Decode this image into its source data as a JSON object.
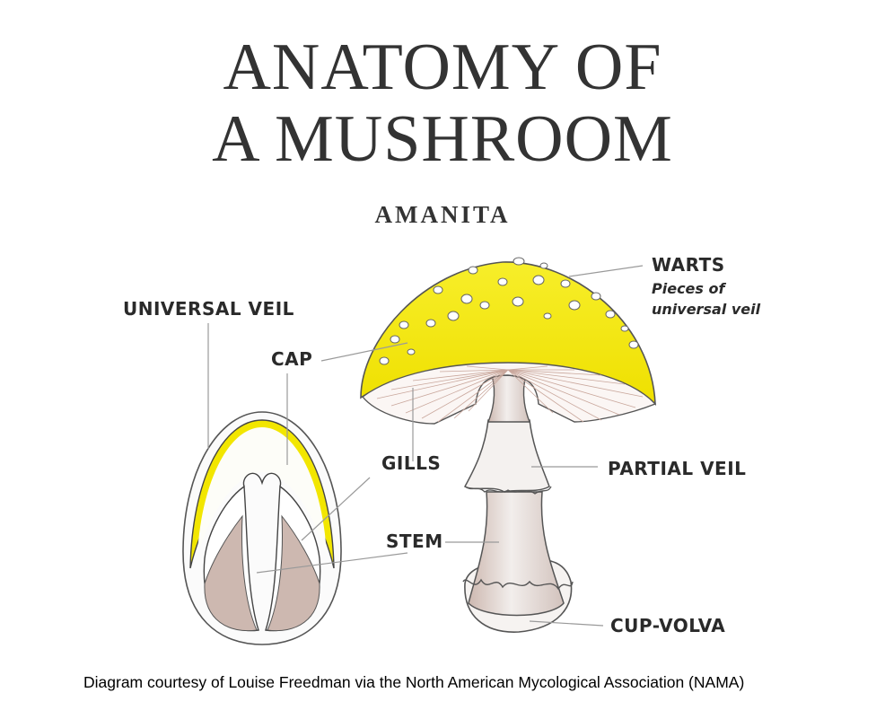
{
  "title": {
    "line1": "ANATOMY OF",
    "line2": "A MUSHROOM"
  },
  "subtitle": "AMANITA",
  "labels": {
    "universal_veil": "UNIVERSAL VEIL",
    "cap": "CAP",
    "warts": "WARTS",
    "warts_note_1": "Pieces of",
    "warts_note_2": "universal veil",
    "gills": "GILLS",
    "partial_veil": "PARTIAL VEIL",
    "stem": "STEM",
    "cup_volva": "CUP-VOLVA"
  },
  "caption": "Diagram courtesy of Louise Freedman via the North American Mycological Association (NAMA)",
  "colors": {
    "cap_yellow": "#f2e600",
    "stem_shade": "#cdb8b0",
    "outline": "#555555",
    "leader_line": "#9a9a9a"
  }
}
